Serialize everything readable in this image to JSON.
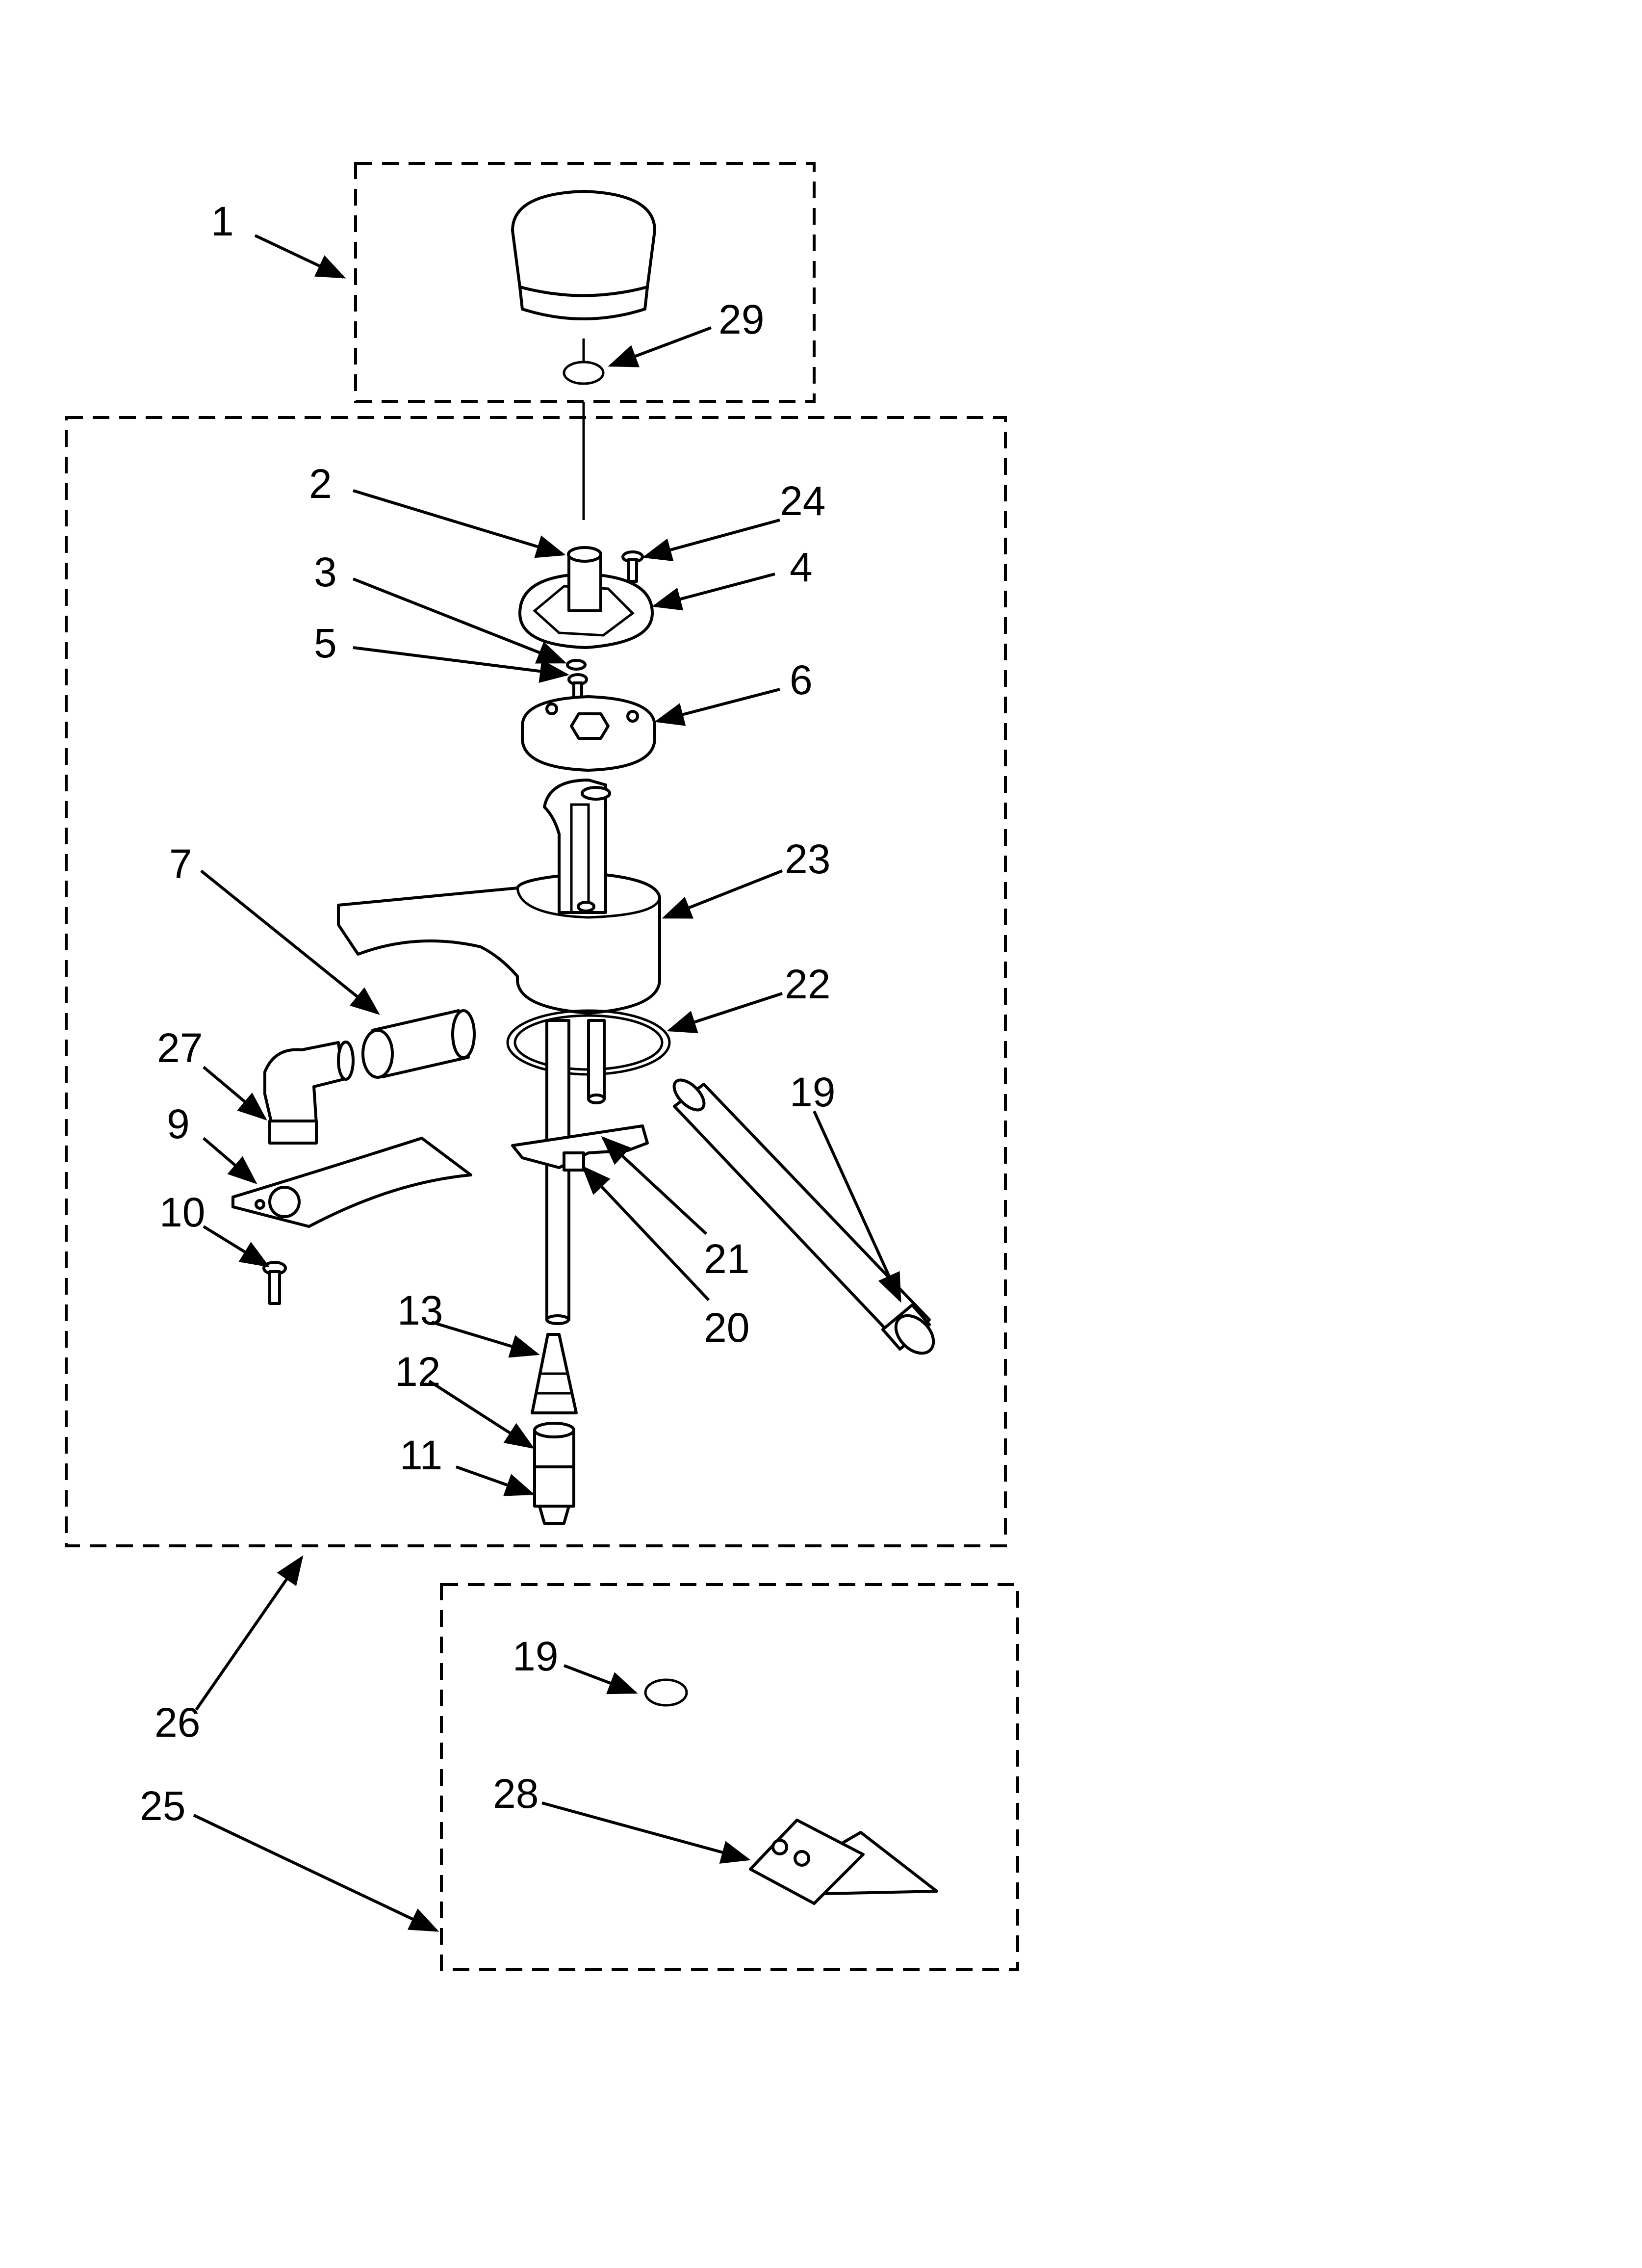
{
  "callouts": [
    {
      "key": "c1",
      "text": "1"
    },
    {
      "key": "c29",
      "text": "29"
    },
    {
      "key": "c2",
      "text": "2"
    },
    {
      "key": "c24",
      "text": "24"
    },
    {
      "key": "c3",
      "text": "3"
    },
    {
      "key": "c4",
      "text": "4"
    },
    {
      "key": "c5",
      "text": "5"
    },
    {
      "key": "c6",
      "text": "6"
    },
    {
      "key": "c7",
      "text": "7"
    },
    {
      "key": "c23",
      "text": "23"
    },
    {
      "key": "c22",
      "text": "22"
    },
    {
      "key": "c27",
      "text": "27"
    },
    {
      "key": "c19a",
      "text": "19"
    },
    {
      "key": "c9",
      "text": "9"
    },
    {
      "key": "c10",
      "text": "10"
    },
    {
      "key": "c21",
      "text": "21"
    },
    {
      "key": "c20",
      "text": "20"
    },
    {
      "key": "c13",
      "text": "13"
    },
    {
      "key": "c12",
      "text": "12"
    },
    {
      "key": "c11",
      "text": "11"
    },
    {
      "key": "c26",
      "text": "26"
    },
    {
      "key": "c19b",
      "text": "19"
    },
    {
      "key": "c28",
      "text": "28"
    },
    {
      "key": "c25",
      "text": "25"
    }
  ]
}
